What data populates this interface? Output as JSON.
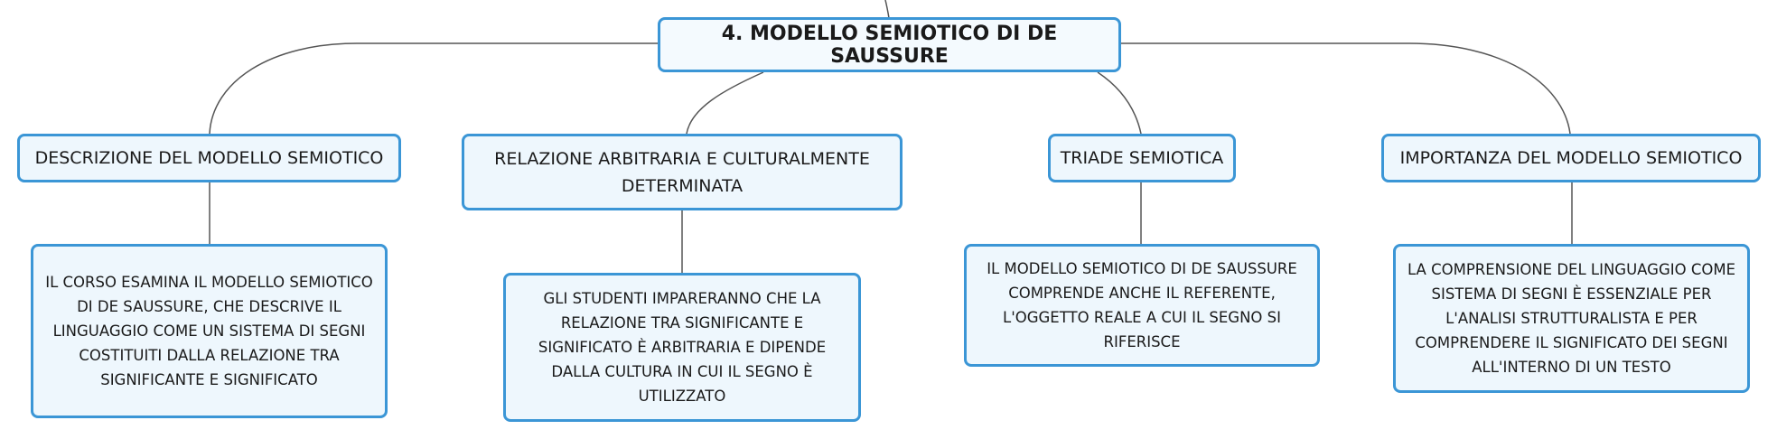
{
  "root": {
    "title": "4. MODELLO SEMIOTICO DI DE SAUSSURE"
  },
  "topics": [
    {
      "label": "DESCRIZIONE DEL MODELLO SEMIOTICO",
      "detail": "IL CORSO ESAMINA IL MODELLO SEMIOTICO DI DE SAUSSURE, CHE DESCRIVE IL LINGUAGGIO COME UN SISTEMA DI SEGNI COSTITUITI DALLA RELAZIONE TRA SIGNIFICANTE E SIGNIFICATO"
    },
    {
      "label": "RELAZIONE ARBITRARIA E CULTURALMENTE DETERMINATA",
      "detail": "GLI STUDENTI IMPARERANNO CHE LA RELAZIONE TRA SIGNIFICANTE E SIGNIFICATO È ARBITRARIA E DIPENDE DALLA CULTURA IN CUI IL SEGNO È UTILIZZATO"
    },
    {
      "label": "TRIADE SEMIOTICA",
      "detail": "IL MODELLO SEMIOTICO DI DE SAUSSURE COMPRENDE ANCHE IL REFERENTE, L'OGGETTO REALE A CUI IL SEGNO SI RIFERISCE"
    },
    {
      "label": "IMPORTANZA DEL MODELLO SEMIOTICO",
      "detail": "LA COMPRENSIONE DEL LINGUAGGIO COME SISTEMA DI SEGNI È ESSENZIALE PER L'ANALISI STRUTTURALISTA E PER COMPRENDERE IL SIGNIFICATO DEI SEGNI ALL'INTERNO DI UN TESTO"
    }
  ],
  "colors": {
    "border": "#3b96d6",
    "fill": "#eef7fd",
    "connector": "#555555"
  }
}
